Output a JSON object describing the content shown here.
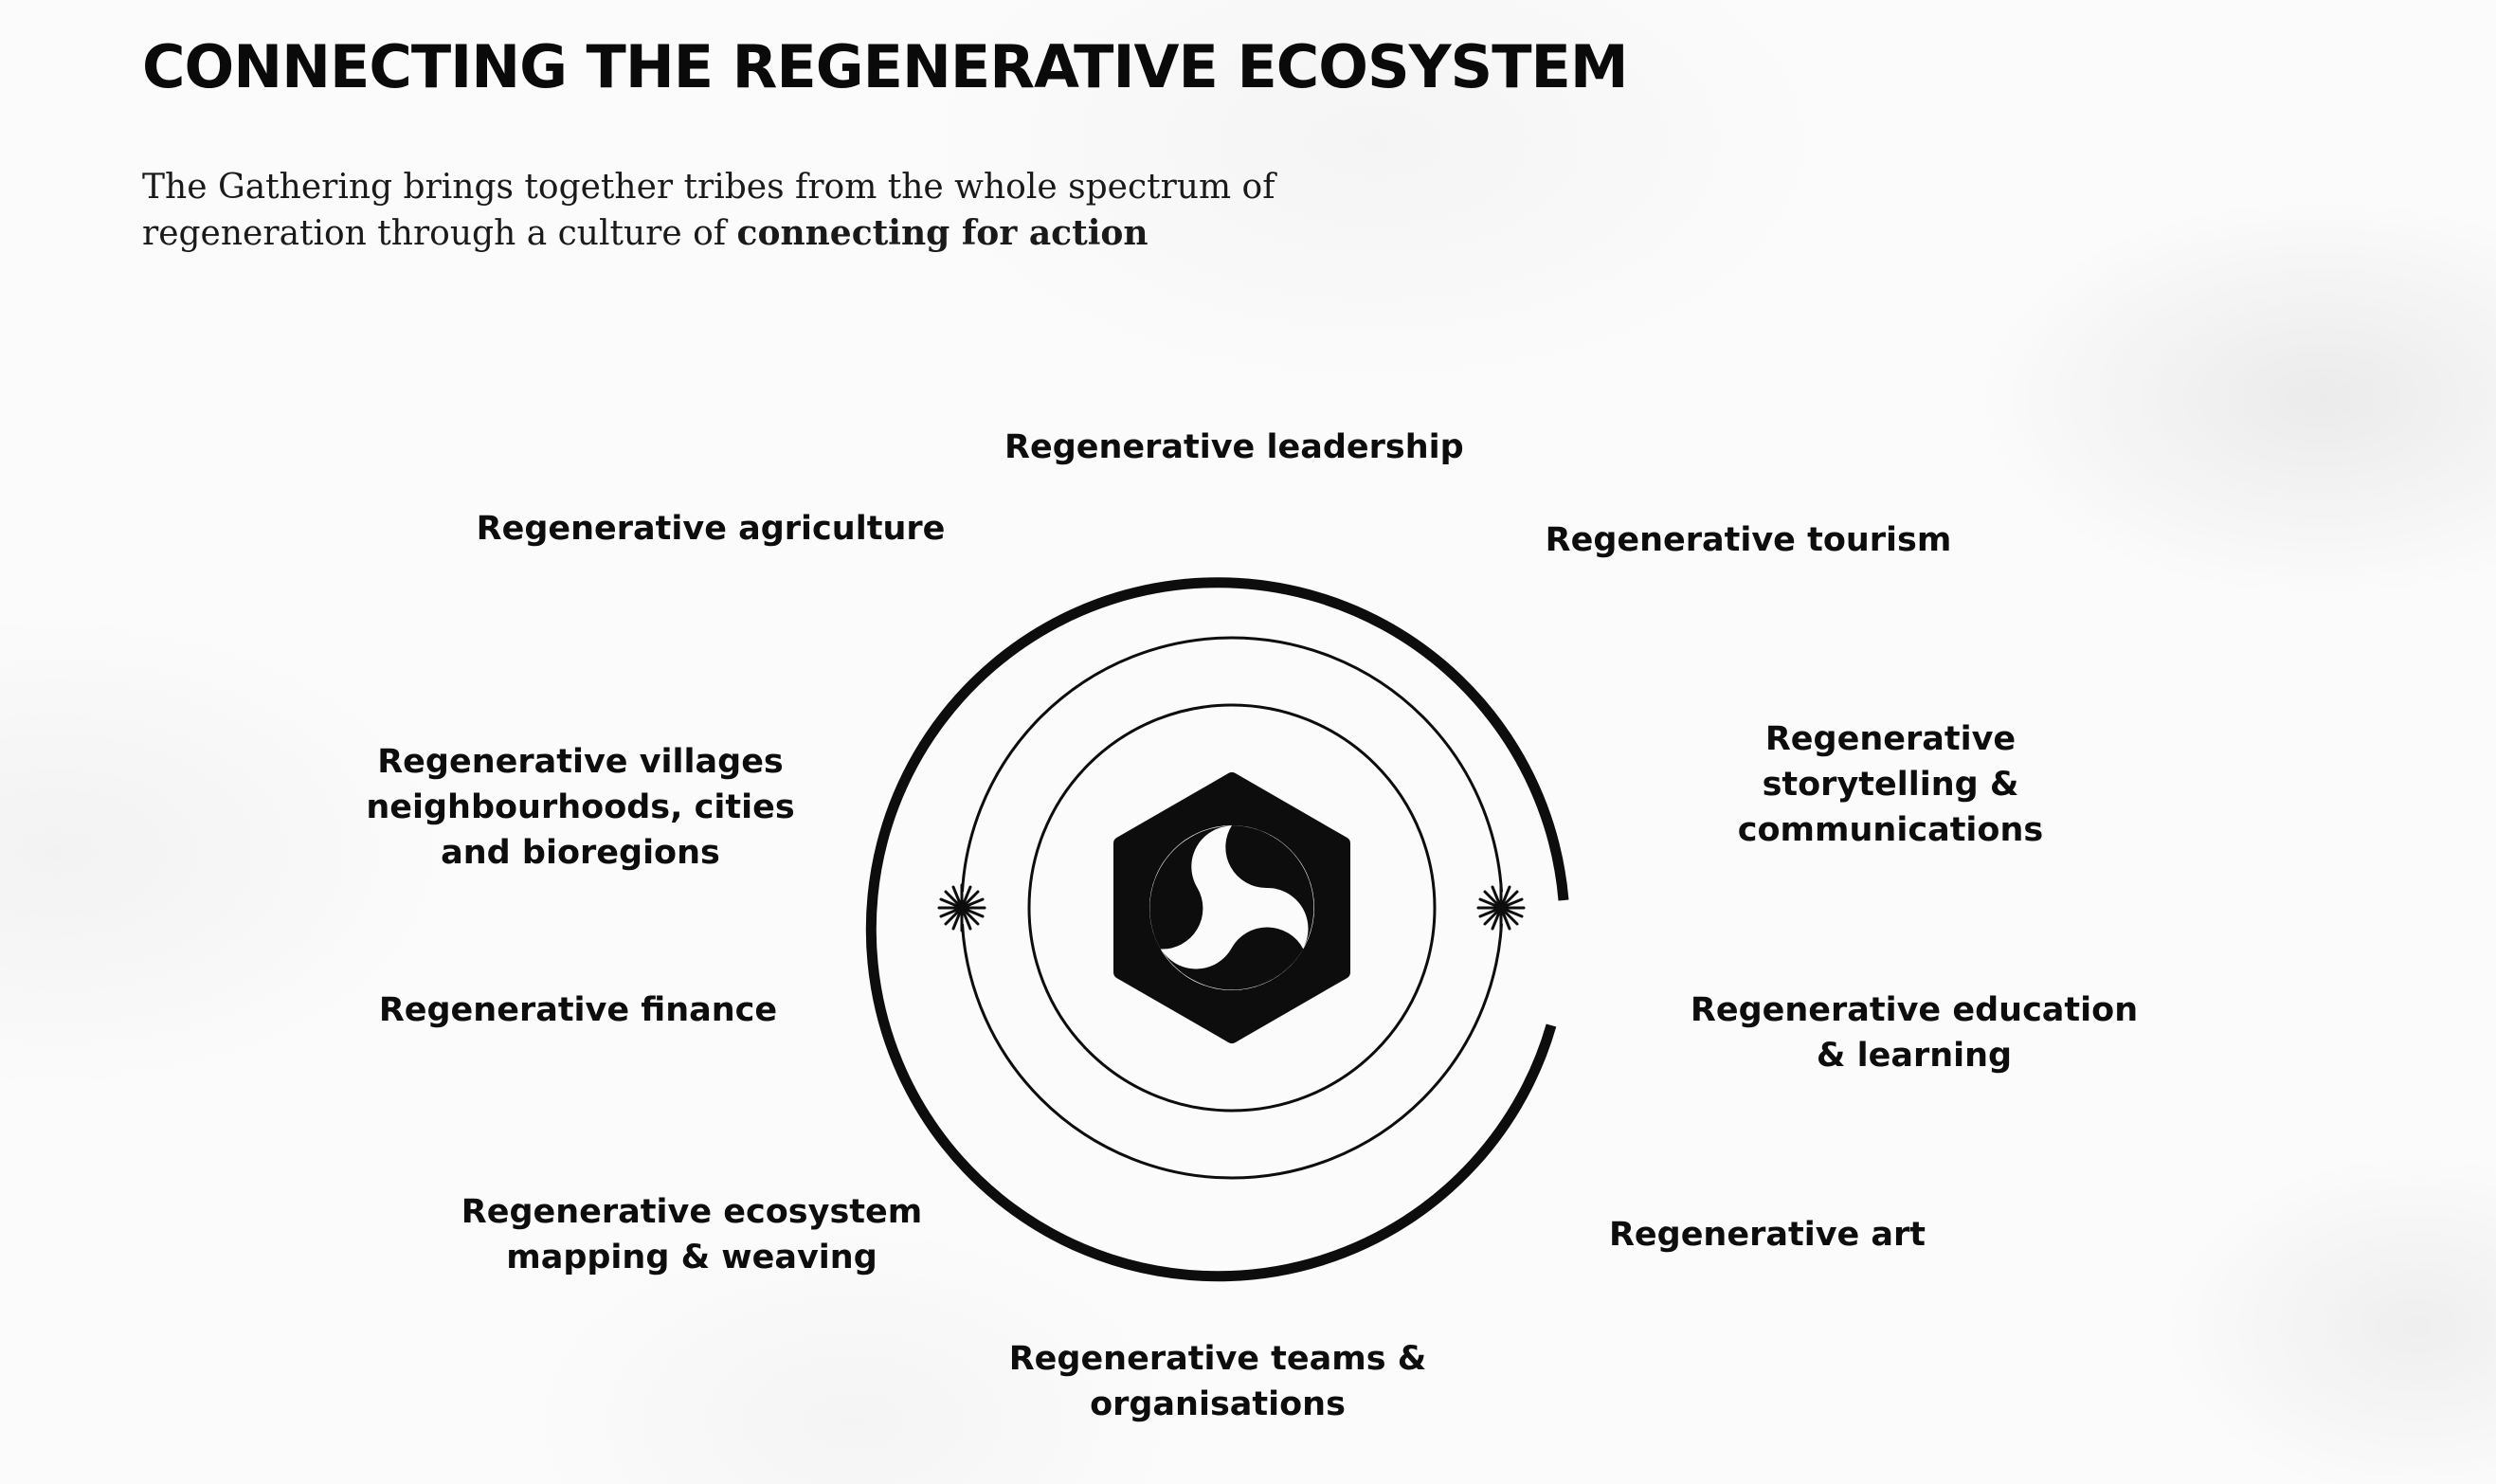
{
  "title": "CONNECTING THE REGENERATIVE ECOSYSTEM",
  "subtitle": {
    "line1": "The Gathering brings together tribes from the whole spectrum of",
    "line2_prefix": "regeneration through a culture of ",
    "line2_emphasis": "connecting for action"
  },
  "labels": {
    "leadership": [
      "Regenerative leadership"
    ],
    "agriculture": [
      "Regenerative agriculture"
    ],
    "tourism": [
      "Regenerative tourism"
    ],
    "villages": [
      "Regenerative villages",
      "neighbourhoods, cities",
      "and bioregions"
    ],
    "storytelling": [
      "Regenerative",
      "storytelling &",
      "communications"
    ],
    "finance": [
      "Regenerative finance"
    ],
    "education": [
      "Regenerative education",
      "& learning"
    ],
    "mapping": [
      "Regenerative ecosystem",
      "mapping & weaving"
    ],
    "art": [
      "Regenerative art"
    ],
    "teams": [
      "Regenerative teams &",
      "organisations"
    ]
  },
  "colors": {
    "ink": "#0d0d0d",
    "background": "#fbfbfb"
  },
  "icons": {
    "center": "hexagon-triskelion-logo-icon",
    "left_marker": "starburst-icon",
    "right_marker": "starburst-icon"
  }
}
